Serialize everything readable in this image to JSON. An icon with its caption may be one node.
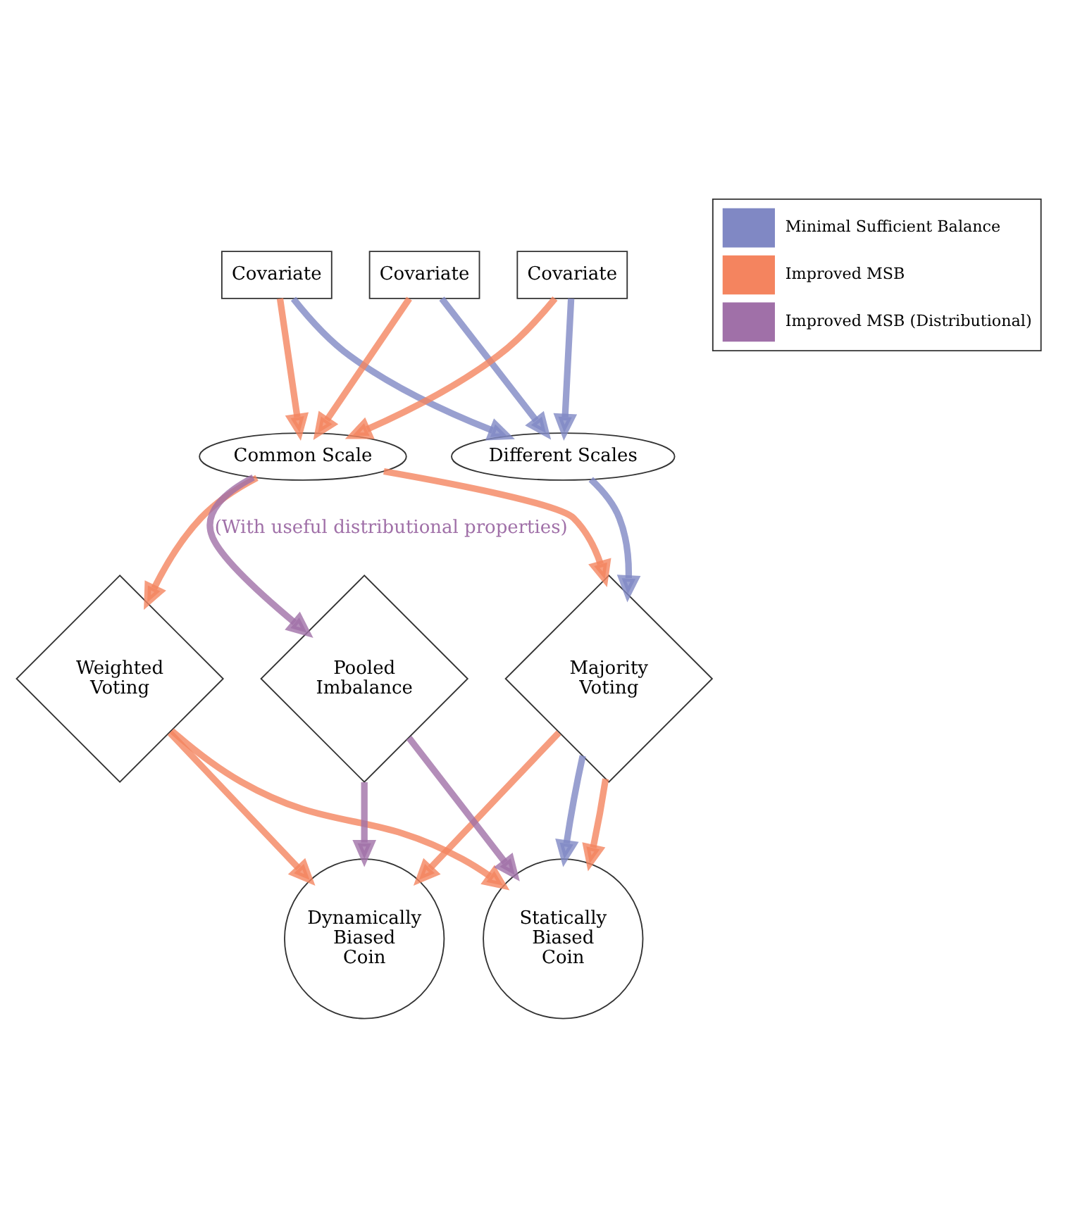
{
  "diagram": {
    "nodes": [
      {
        "text": [
          "Covariate"
        ]
      },
      {
        "text": [
          "Covariate"
        ]
      },
      {
        "text": [
          "Covariate"
        ]
      },
      {
        "text": [
          "Different Scales"
        ]
      },
      {
        "text": [
          "Common Scale"
        ]
      },
      {
        "text": [
          "Majority Voting"
        ]
      },
      {
        "text": [
          "Weighted Voting"
        ]
      },
      {
        "text": [
          "Pooled Imbalance"
        ]
      },
      {
        "text": [
          "Statically Biased Coin"
        ]
      },
      {
        "text": [
          "Dynamically Biased Coin"
        ]
      }
    ],
    "edges": [
      {
        "from": 0,
        "to": 3,
        "arrow": "to",
        "color": "#8088c4"
      },
      {
        "from": 0,
        "to": 4,
        "arrow": "to",
        "color": "#f4845f"
      },
      {
        "from": 1,
        "to": 3,
        "arrow": "to",
        "color": "#8088c4"
      },
      {
        "from": 1,
        "to": 4,
        "arrow": "to",
        "color": "#f4845f"
      },
      {
        "from": 2,
        "to": 3,
        "arrow": "to",
        "color": "#8088c4"
      },
      {
        "from": 2,
        "to": 4,
        "arrow": "to",
        "color": "#f4845f"
      },
      {
        "from": 3,
        "to": 5,
        "arrow": "to",
        "color": "#8088c4"
      },
      {
        "from": 4,
        "to": 5,
        "arrow": "to",
        "color": "#f4845f"
      },
      {
        "from": 4,
        "to": 6,
        "arrow": "to",
        "color": "#f4845f"
      },
      {
        "from": 4,
        "to": 7,
        "arrow": "to",
        "color": "#a070a8",
        "label": "(With useful distributional properties)"
      },
      {
        "from": 5,
        "to": 8,
        "arrow": "to",
        "color": "#8088c4"
      },
      {
        "from": 5,
        "to": 8,
        "arrow": "to",
        "color": "#f4845f"
      },
      {
        "from": 5,
        "to": 9,
        "arrow": "to",
        "color": "#f4845f"
      },
      {
        "from": 6,
        "to": 8,
        "arrow": "to",
        "color": "#f4845f"
      },
      {
        "from": 6,
        "to": 9,
        "arrow": "to",
        "color": "#f4845f"
      },
      {
        "from": 7,
        "to": 8,
        "arrow": "to",
        "color": "#a070a8"
      },
      {
        "from": 7,
        "to": 9,
        "arrow": "to",
        "color": "#a070a8"
      }
    ],
    "legend": [
      {
        "text": "Minimal Sufficient Balance",
        "color": "#8088c4"
      },
      {
        "text": "Improved MSB",
        "color": "#f4845f"
      },
      {
        "text": "Improved MSB (Distributional)",
        "color": "#a070a8"
      }
    ]
  }
}
